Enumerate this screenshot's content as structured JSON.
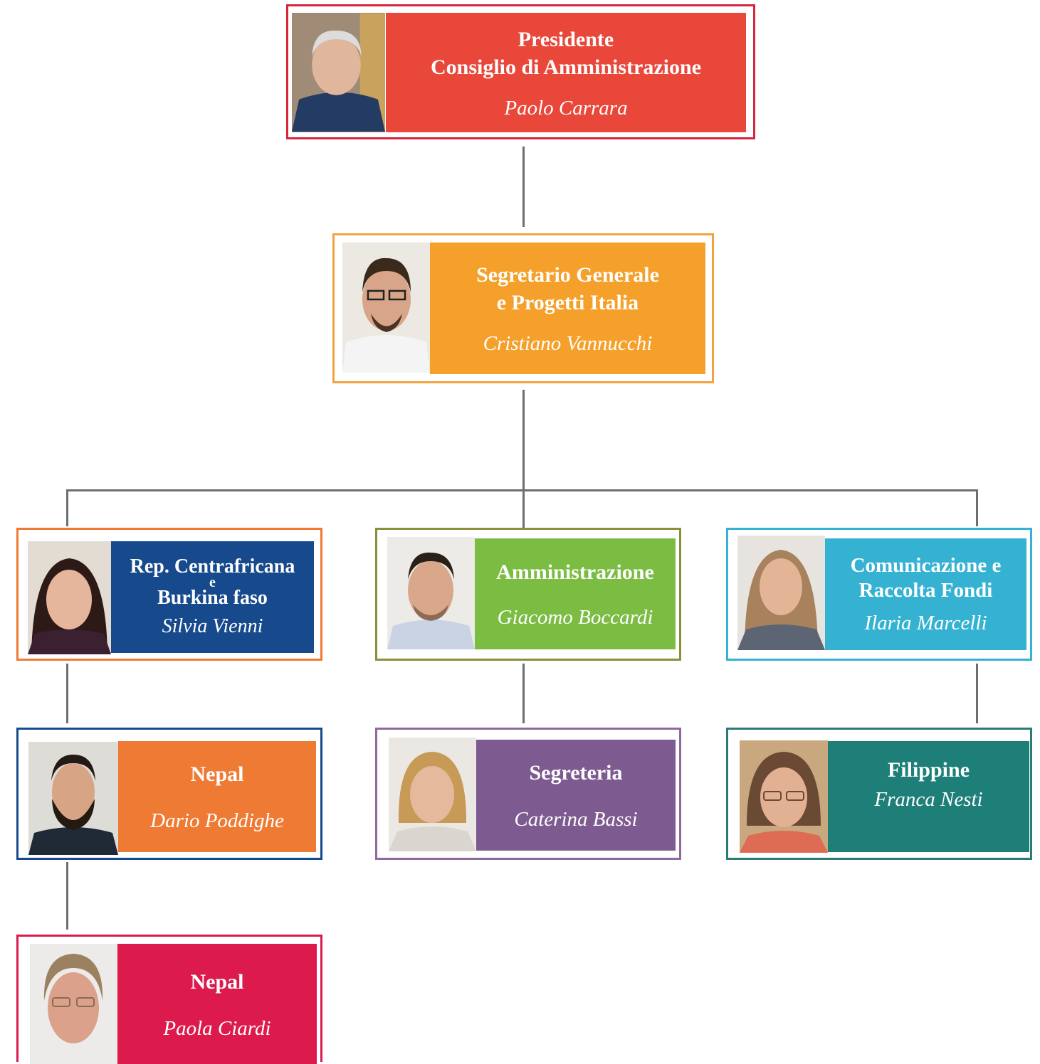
{
  "president": {
    "role_line1": "Presidente",
    "role_line2": "Consiglio di Amministrazione",
    "name": "Paolo Carrara",
    "color": "#e9473a",
    "border": "#d6253c"
  },
  "secretary": {
    "role_line1": "Segretario Generale",
    "role_line2": "e Progetti Italia",
    "name": "Cristiano Vannucchi",
    "color": "#f5a02a",
    "border": "#f2a340"
  },
  "rca": {
    "role_line1": "Rep. Centrafricana",
    "role_joiner": "e",
    "role_line2": "Burkina faso",
    "name": "Silvia Vienni",
    "color": "#164a8c",
    "border": "#ef7a34"
  },
  "admin": {
    "role_line1": "Amministrazione",
    "name": "Giacomo Boccardi",
    "color": "#7bbc43",
    "border": "#8a8f3a"
  },
  "comm": {
    "role_line1": "Comunicazione e",
    "role_line2": "Raccolta Fondi",
    "name": "Ilaria Marcelli",
    "color": "#35b2d2",
    "border": "#35b2d2"
  },
  "nepal1": {
    "role_line1": "Nepal",
    "name": "Dario Poddighe",
    "color": "#ef7a34",
    "border": "#164a8c"
  },
  "segreteria": {
    "role_line1": "Segreteria",
    "name": "Caterina Bassi",
    "color": "#7d5a90",
    "border": "#8e6aa1"
  },
  "filippine": {
    "role_line1": "Filippine",
    "name": "Franca Nesti",
    "color": "#1e7f79",
    "border": "#2a7d76"
  },
  "nepal2": {
    "role_line1": "Nepal",
    "name": "Paola Ciardi",
    "color": "#dc1a4c",
    "border": "#dc1a4c"
  }
}
